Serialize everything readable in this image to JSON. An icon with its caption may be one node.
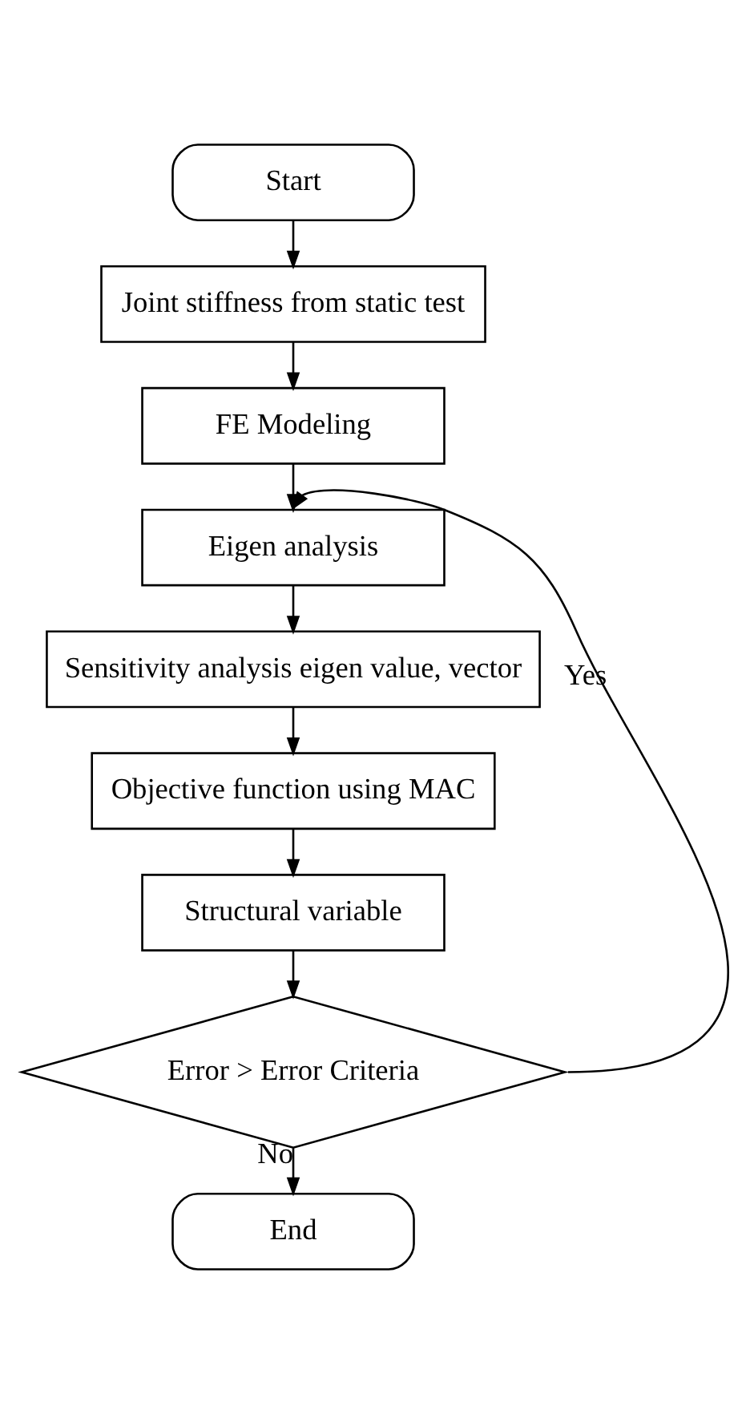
{
  "diagram": {
    "nodes": [
      {
        "text": [
          "Start"
        ]
      },
      {
        "text": [
          "Joint stiffness from static test"
        ]
      },
      {
        "text": [
          "FE Modeling"
        ]
      },
      {
        "text": [
          "Eigen analysis"
        ]
      },
      {
        "text": [
          "Sensitivity analysis eigen value, vector"
        ]
      },
      {
        "text": [
          "Objective function using MAC"
        ]
      },
      {
        "text": [
          "Structural variable"
        ]
      },
      {
        "text": [
          "Error > Error Criteria"
        ]
      },
      {
        "text": [
          "End"
        ]
      }
    ],
    "edges": [
      {
        "from": 0,
        "to": 1,
        "arrow": "to"
      },
      {
        "from": 1,
        "to": 2,
        "arrow": "to"
      },
      {
        "from": 2,
        "to": 3,
        "arrow": "to"
      },
      {
        "from": 3,
        "to": 4,
        "arrow": "to"
      },
      {
        "from": 4,
        "to": 5,
        "arrow": "to"
      },
      {
        "from": 5,
        "to": 6,
        "arrow": "to"
      },
      {
        "from": 6,
        "to": 7,
        "arrow": "to"
      },
      {
        "from": 7,
        "to": 3,
        "arrow": "to",
        "label": "Yes"
      },
      {
        "from": 7,
        "to": 8,
        "arrow": "to",
        "label": "No"
      }
    ]
  }
}
